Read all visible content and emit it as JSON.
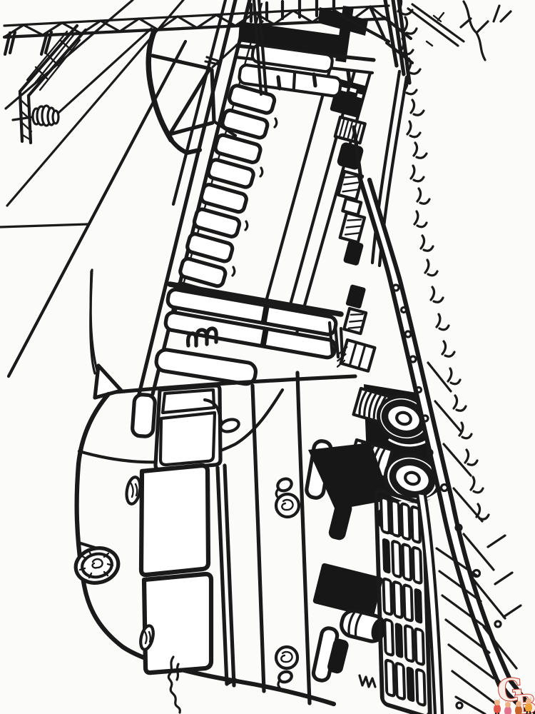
{
  "alt_text": "Black-and-white coloring page line drawing of an electric train seen from the front corner at a station, with overhead catenary truss, pantograph, insulator, side windows, bogie wheels, front grille, track rails, ballast stones and a grass verge; drawing is oriented sideways on the page",
  "watermark": {
    "letter_g": "G",
    "letter_b": "B",
    "outline_color": "#c94a3f",
    "fill_color": "#fbeee7"
  },
  "palette": {
    "ink": "#1a1a1a",
    "paper": "#fbfbf9",
    "kid_colors": [
      "#e2574c",
      "#e2728c",
      "#c8622b",
      "#f0a23a"
    ],
    "skin": "#eeb287",
    "hair": "#5f3a1c"
  }
}
